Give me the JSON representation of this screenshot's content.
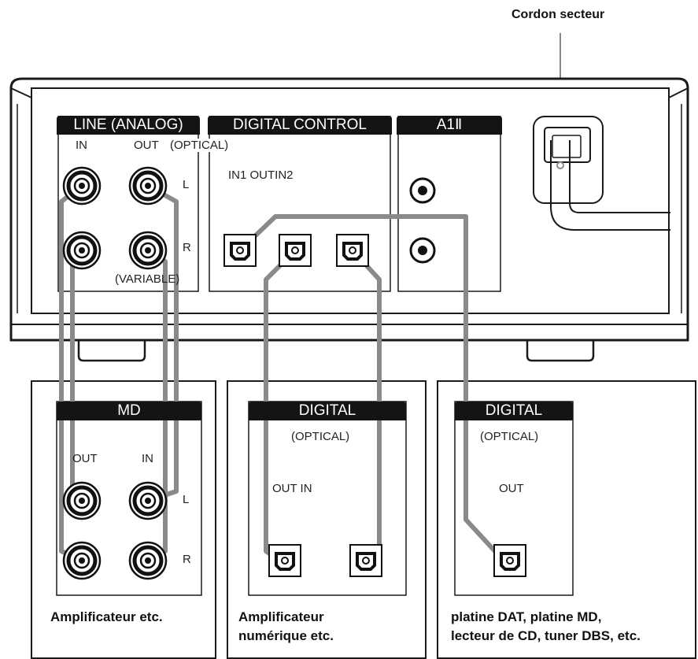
{
  "power_cord_label": "Cordon secteur",
  "unit": {
    "line_section": {
      "header": "LINE (ANALOG)",
      "in_label": "IN",
      "out_label": "OUT",
      "l_label": "L",
      "r_label": "R",
      "variable_label": "(VARIABLE)"
    },
    "digital_control": {
      "header": "DIGITAL CONTROL",
      "optical_label": "(OPTICAL)",
      "port_labels": "IN1 OUTIN2"
    },
    "a1_section": {
      "header": "A1Ⅱ"
    }
  },
  "devices": [
    {
      "header": "MD",
      "out_label": "OUT",
      "in_label": "IN",
      "l_label": "L",
      "r_label": "R",
      "caption": "Amplificateur etc."
    },
    {
      "header": "DIGITAL",
      "sub": "(OPTICAL)",
      "ports": "OUT IN",
      "caption_line1": "Amplificateur",
      "caption_line2": "numérique etc."
    },
    {
      "header": "DIGITAL",
      "sub": "(OPTICAL)",
      "ports": "OUT",
      "caption_line1": "platine DAT, platine MD,",
      "caption_line2": "lecteur de CD, tuner DBS, etc."
    }
  ],
  "colors": {
    "cable": "#8a8a8a",
    "outline": "#1a1a1a",
    "header_fill": "#141414"
  }
}
